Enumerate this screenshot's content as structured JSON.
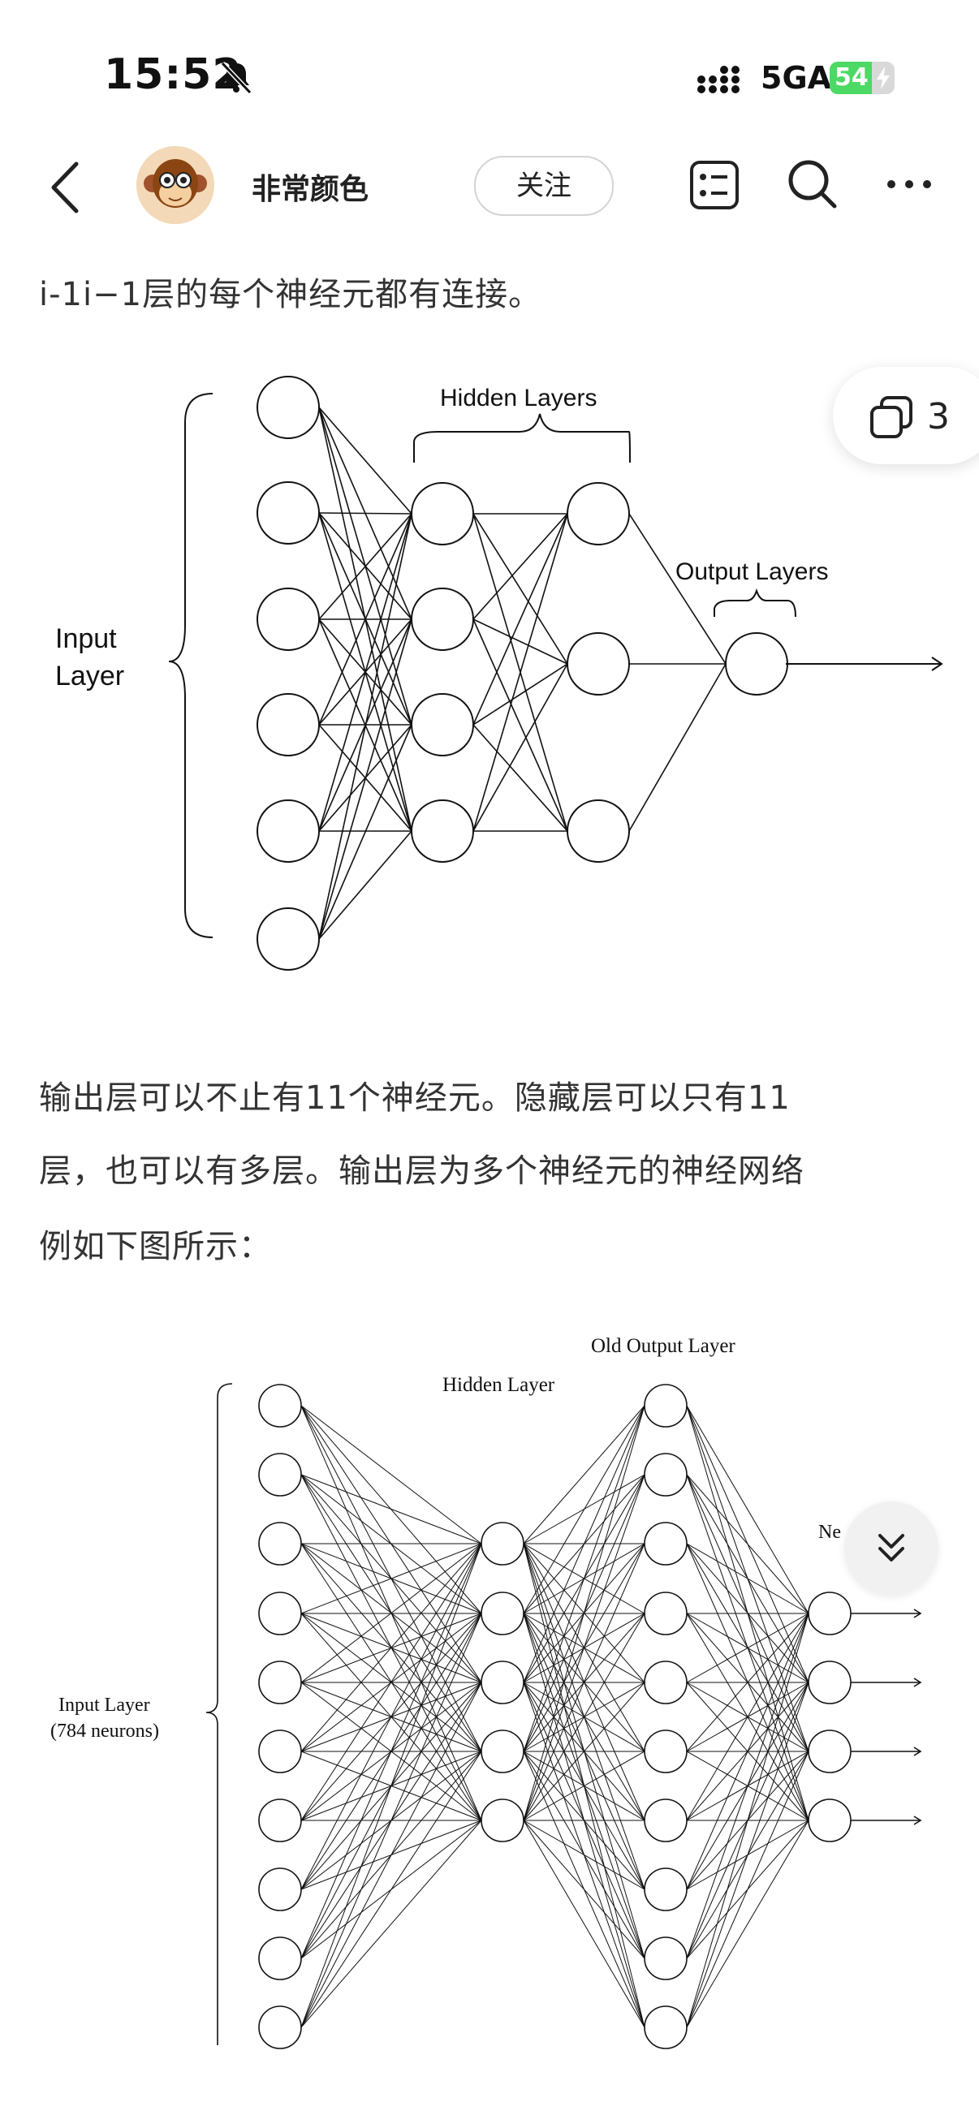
{
  "status_bar": {
    "time": "15:52",
    "network": "5GA",
    "battery": "54"
  },
  "nav": {
    "author": "非常颜色",
    "follow_label": "关注"
  },
  "article": {
    "line1": "i-1i−1层的每个神经元都有连接。",
    "para2_line1": "输出层可以不止有11个神经元。隐藏层可以只有11",
    "para2_line2": "层，也可以有多层。输出层为多个神经元的神经网络",
    "para2_line3": "例如下图所示："
  },
  "figure1": {
    "hidden_label": "Hidden Layers",
    "output_label": "Output Layers",
    "input_label_1": "Input",
    "input_label_2": "Layer"
  },
  "figure2": {
    "old_output_label": "Old Output Layer",
    "hidden_label": "Hidden Layer",
    "new_output_partial": "Ne",
    "input_label_1": "Input Layer",
    "input_label_2": "(784 neurons)"
  },
  "floating": {
    "copy_count": "3"
  },
  "icons": {
    "bell": "bell-muted-icon",
    "back": "back-chevron-icon",
    "list": "list-icon",
    "search": "search-icon",
    "more": "more-icon",
    "copy": "copy-icon",
    "collapse": "double-chevron-down-icon"
  }
}
